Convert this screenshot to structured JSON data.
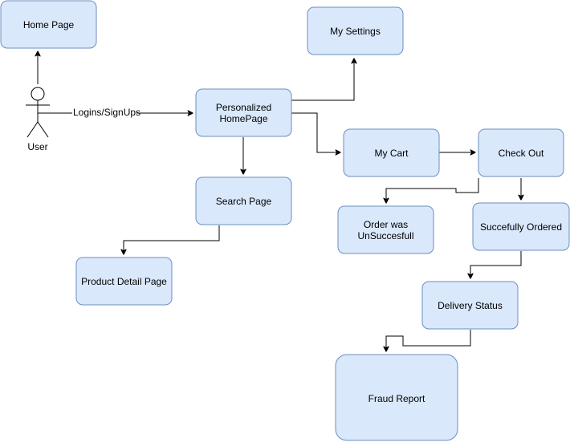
{
  "actor": {
    "label": "User"
  },
  "nodes": {
    "home_page": "Home Page",
    "my_settings": "My Settings",
    "personalized_homepage": [
      "Personalized",
      "HomePage"
    ],
    "my_cart": "My Cart",
    "check_out": "Check Out",
    "search_page": "Search Page",
    "order_unsuccessful": [
      "Order was",
      "UnSuccesfull"
    ],
    "successfully_ordered": "Succefully Ordered",
    "product_detail_page": "Product Detail Page",
    "delivery_status": "Delivery Status",
    "fraud_report": "Fraud Report"
  },
  "edges": {
    "user_to_personalized_label": "Logins/SignUps"
  },
  "colors": {
    "node_fill": "#dae8fc",
    "node_stroke": "#6c8ebf",
    "edge": "#000000"
  }
}
